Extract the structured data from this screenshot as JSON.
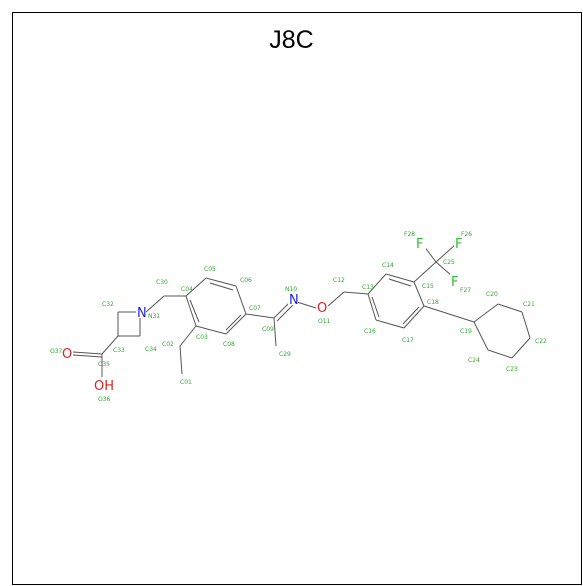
{
  "title": "J8C",
  "colors": {
    "bond": "#555555",
    "nitrogen": "#2222dd",
    "oxygen": "#dd2222",
    "fluorine": "#33bb33",
    "atom_label": "#33aa33"
  },
  "heteroatoms": {
    "n31": "N",
    "n10": "N",
    "o11": "O",
    "o37": "O",
    "o36": "OH",
    "f28": "F",
    "f26": "F",
    "f27": "F"
  },
  "atom_labels": {
    "c32": "C32",
    "n31": "N31",
    "c33": "C33",
    "c34": "C34",
    "c35": "C35",
    "o37": "O37",
    "o36": "O36",
    "c30": "C30",
    "c04": "C04",
    "c05": "C05",
    "c06": "C06",
    "c07": "C07",
    "c08": "C08",
    "c03": "C03",
    "c02": "C02",
    "c01": "C01",
    "c09": "C09",
    "c29": "C29",
    "n10": "N10",
    "o11": "O11",
    "c12": "C12",
    "c13": "C13",
    "c14": "C14",
    "c15": "C15",
    "c16": "C16",
    "c17": "C17",
    "c18": "C18",
    "c25": "C25",
    "f28": "F28",
    "f26": "F26",
    "f27": "F27",
    "c19": "C19",
    "c20": "C20",
    "c21": "C21",
    "c22": "C22",
    "c23": "C23",
    "c24": "C24"
  }
}
